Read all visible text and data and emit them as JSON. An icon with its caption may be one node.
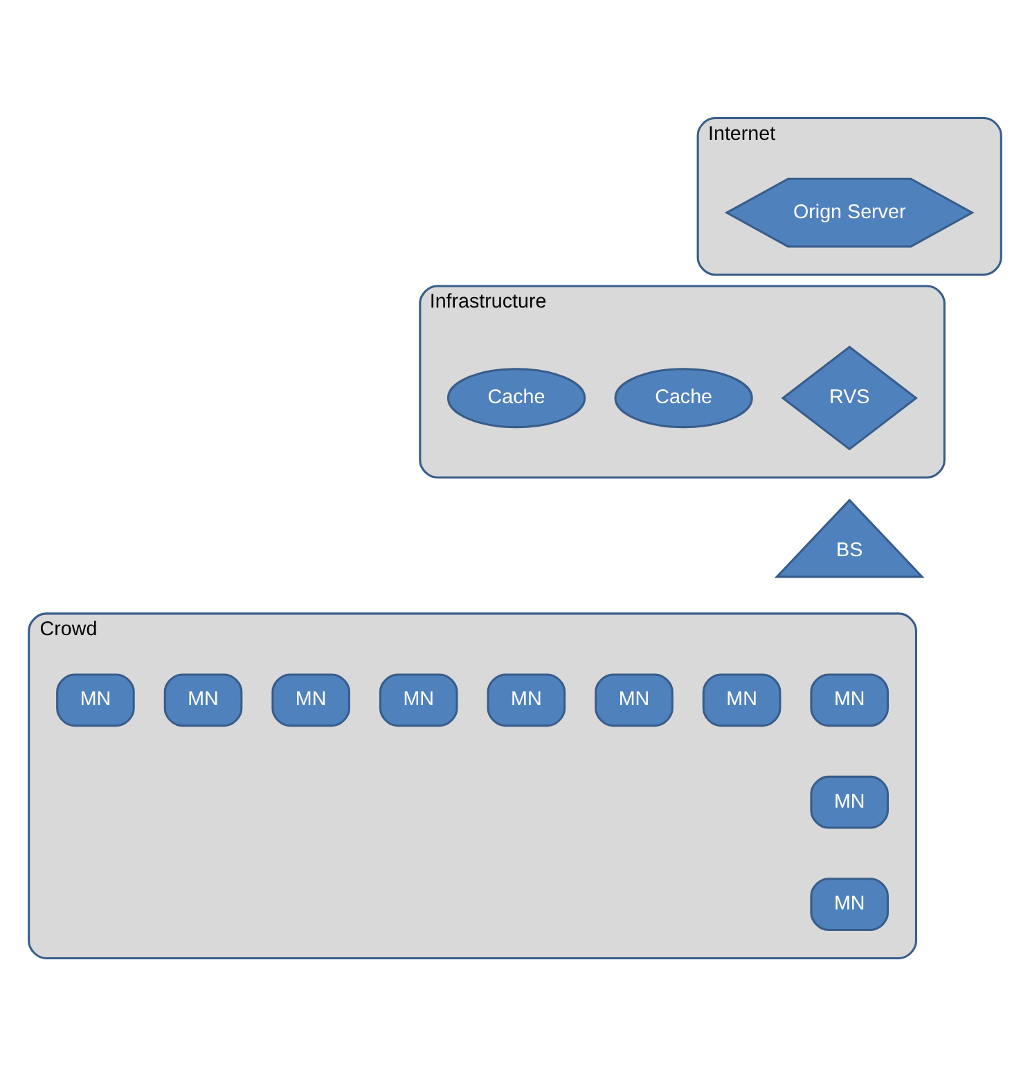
{
  "diagram": {
    "nodes": [
      {
        "text": [
          "Internet"
        ]
      },
      {
        "text": [
          "Orign Server"
        ],
        "in": 0
      },
      {
        "text": [
          "Infrastructure"
        ]
      },
      {
        "text": [
          "RVS"
        ],
        "in": 2
      },
      {
        "text": [
          "Cache"
        ],
        "in": 2
      },
      {
        "text": [
          "Cache"
        ],
        "in": 2
      },
      {
        "text": [
          "BS"
        ]
      },
      {
        "text": [
          "Crowd"
        ]
      },
      {
        "text": [
          "MN"
        ],
        "in": 7
      },
      {
        "text": [
          "MN"
        ],
        "in": 7
      },
      {
        "text": [
          "MN"
        ],
        "in": 7
      },
      {
        "text": [
          "MN"
        ],
        "in": 7
      },
      {
        "text": [
          "MN"
        ],
        "in": 7
      },
      {
        "text": [
          "MN"
        ],
        "in": 7
      },
      {
        "text": [
          "MN"
        ],
        "in": 7
      },
      {
        "text": [
          "MN"
        ],
        "in": 7
      },
      {
        "text": [
          "MN"
        ],
        "in": 7
      },
      {
        "text": [
          "MN"
        ],
        "in": 7
      }
    ],
    "edges": []
  }
}
